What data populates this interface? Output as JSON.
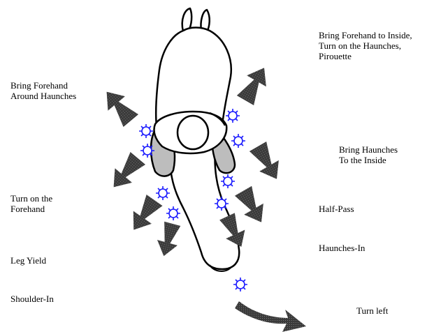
{
  "colors": {
    "arrow_fill": "#3a3a3a",
    "leg_fill": "#bdbdbd",
    "outline": "#000000",
    "spur": "#1a1aff",
    "background": "#ffffff"
  },
  "icons": {
    "spur": "spur-rowel-icon",
    "arrow": "curved-arrow-icon"
  },
  "labels": {
    "left": {
      "forehand_around": [
        "Bring Forehand",
        "Around Haunches"
      ],
      "turn_forehand": [
        "Turn on the",
        "Forehand"
      ],
      "leg_yield": [
        "Leg Yield"
      ],
      "shoulder_in": [
        "Shoulder-In"
      ]
    },
    "right": {
      "forehand_inside": [
        "Bring Forehand to Inside,",
        "Turn on the Haunches,",
        "Pirouette"
      ],
      "haunches_inside": [
        "Bring Haunches",
        "To the Inside"
      ],
      "half_pass": [
        "Half-Pass"
      ],
      "haunches_in": [
        "Haunches-In"
      ],
      "turn_left": [
        "Turn left"
      ]
    }
  }
}
